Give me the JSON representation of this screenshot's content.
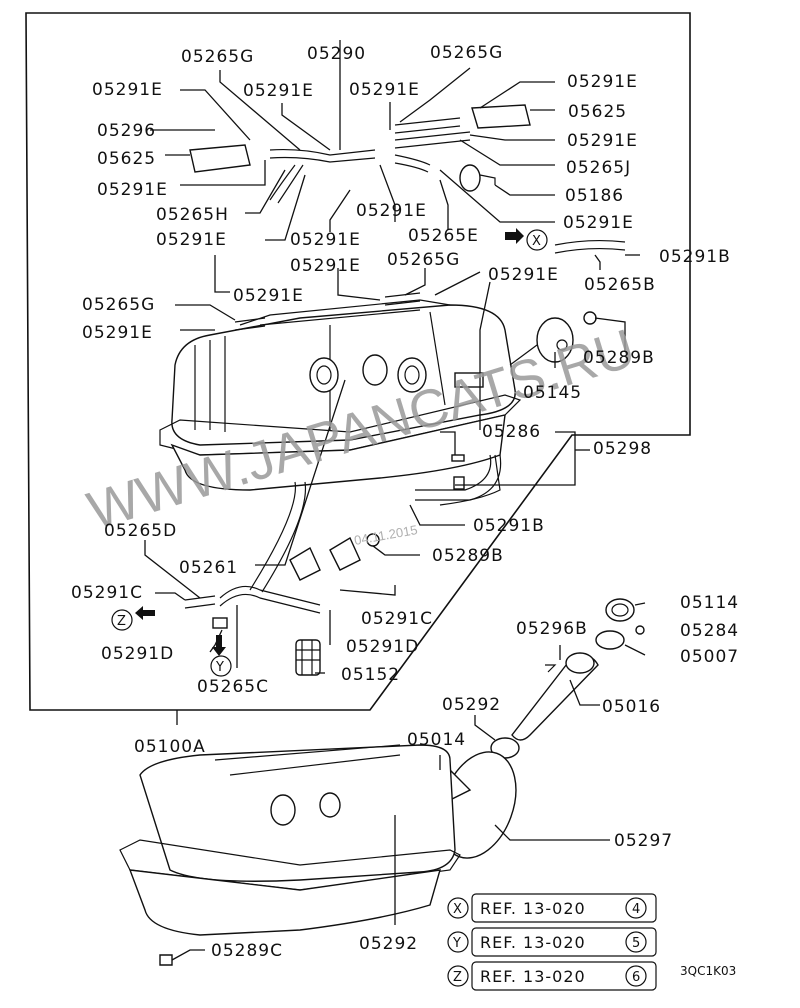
{
  "diagram": {
    "title": "Fuel tank assembly parts diagram",
    "drawing_code": "3QC1K03",
    "watermark": "WWW.JAPANCATS.RU",
    "watermark_date": "04.11.2015",
    "labels": [
      {
        "id": "l1",
        "text": "05265G"
      },
      {
        "id": "l2",
        "text": "05290"
      },
      {
        "id": "l3",
        "text": "05265G"
      },
      {
        "id": "l4",
        "text": "05291E"
      },
      {
        "id": "l5",
        "text": "05291E"
      },
      {
        "id": "l6",
        "text": "05291E"
      },
      {
        "id": "l7",
        "text": "05291E"
      },
      {
        "id": "l8",
        "text": "05296"
      },
      {
        "id": "l9",
        "text": "05625"
      },
      {
        "id": "l10",
        "text": "05625"
      },
      {
        "id": "l11",
        "text": "05291E"
      },
      {
        "id": "l12",
        "text": "05291E"
      },
      {
        "id": "l13",
        "text": "05265J"
      },
      {
        "id": "l14",
        "text": "05186"
      },
      {
        "id": "l15",
        "text": "05265H"
      },
      {
        "id": "l16",
        "text": "05291E"
      },
      {
        "id": "l17",
        "text": "05291E"
      },
      {
        "id": "l18",
        "text": "05291E"
      },
      {
        "id": "l19",
        "text": "05291E"
      },
      {
        "id": "l20",
        "text": "05265E"
      },
      {
        "id": "l21",
        "text": "05291B"
      },
      {
        "id": "l22",
        "text": "05291E"
      },
      {
        "id": "l23",
        "text": "05265G"
      },
      {
        "id": "l24",
        "text": "05291E"
      },
      {
        "id": "l25",
        "text": "05265B"
      },
      {
        "id": "l26",
        "text": "05291E"
      },
      {
        "id": "l27",
        "text": "05265G"
      },
      {
        "id": "l28",
        "text": "05291E"
      },
      {
        "id": "l29",
        "text": "05289B"
      },
      {
        "id": "l30",
        "text": "05145"
      },
      {
        "id": "l31",
        "text": "05286"
      },
      {
        "id": "l32",
        "text": "05298"
      },
      {
        "id": "l33",
        "text": "05291B"
      },
      {
        "id": "l34",
        "text": "05265D"
      },
      {
        "id": "l35",
        "text": "05261"
      },
      {
        "id": "l36",
        "text": "05289B"
      },
      {
        "id": "l37",
        "text": "05291C"
      },
      {
        "id": "l38",
        "text": "05291C"
      },
      {
        "id": "l39",
        "text": "05291D"
      },
      {
        "id": "l40",
        "text": "05291D"
      },
      {
        "id": "l41",
        "text": "05265C"
      },
      {
        "id": "l42",
        "text": "05152"
      },
      {
        "id": "l43",
        "text": "05114"
      },
      {
        "id": "l44",
        "text": "05296B"
      },
      {
        "id": "l45",
        "text": "05284"
      },
      {
        "id": "l46",
        "text": "05007"
      },
      {
        "id": "l47",
        "text": "05292"
      },
      {
        "id": "l48",
        "text": "05016"
      },
      {
        "id": "l49",
        "text": "05100A"
      },
      {
        "id": "l50",
        "text": "05014"
      },
      {
        "id": "l51",
        "text": "05297"
      },
      {
        "id": "l52",
        "text": "05292"
      },
      {
        "id": "l53",
        "text": "05289C"
      }
    ],
    "connectors": [
      {
        "mark": "X"
      },
      {
        "mark": "Y"
      },
      {
        "mark": "Z"
      }
    ],
    "references": [
      {
        "mark": "X",
        "text": "REF. 13-020",
        "num": "4"
      },
      {
        "mark": "Y",
        "text": "REF. 13-020",
        "num": "5"
      },
      {
        "mark": "Z",
        "text": "REF. 13-020",
        "num": "6"
      }
    ]
  }
}
